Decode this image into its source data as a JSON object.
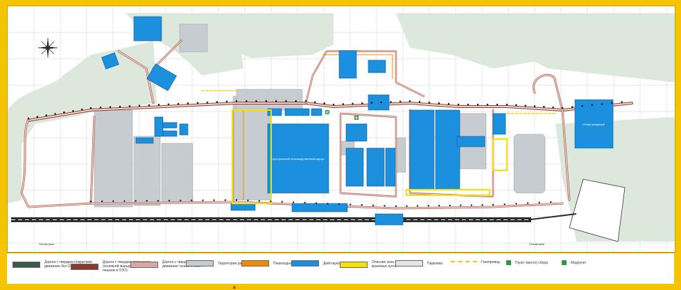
{
  "map": {
    "colors": {
      "border": "#f5c400",
      "grid": "#cfcfcf",
      "green_area": "#dde8dd",
      "building_active": "#1c8fdd",
      "building_territory": "#c7ccd1",
      "road_outline": "#b06050",
      "road_fill": "#f1d6cf",
      "railway": "#2b2b2b",
      "pipeline": "#f5a000"
    },
    "labels": {
      "central_building": "Центральный производственный корпус",
      "stop_left": "Платформа",
      "stop_right": "Платформа",
      "right_block": "Склад продукции"
    }
  },
  "legend": {
    "items": [
      {
        "label": "Дорога с твердым покрытием движение без ОЗО",
        "color": "#3b5a4a"
      },
      {
        "label": "Дорога с твердым покрытием (основной маршрут движения пешком в ОЗО)",
        "color": "#8a3c2c"
      },
      {
        "label": "Дорога с твердым покрытием движение только в ОЗО",
        "color": "#d9a9a0"
      },
      {
        "label": "Территория развития",
        "color": "#c7ccd1"
      },
      {
        "label": "Пешеходная дорожка",
        "color": "#f08a00"
      },
      {
        "label": "Действующее здание",
        "color": "#1c8fdd"
      },
      {
        "label": "Опасная зона вдоль крановых путей",
        "color": "#f5e200"
      },
      {
        "label": "Парковка",
        "color": "#e5e5e5"
      },
      {
        "label": "Газопровод",
        "color": "#f5c400"
      },
      {
        "label": "Пункт (место) сбора",
        "color": "#2e9a3a"
      },
      {
        "label": "Медпункт",
        "color": "#2e9a3a"
      }
    ]
  },
  "compass": {
    "icon": "compass-rose-icon"
  }
}
